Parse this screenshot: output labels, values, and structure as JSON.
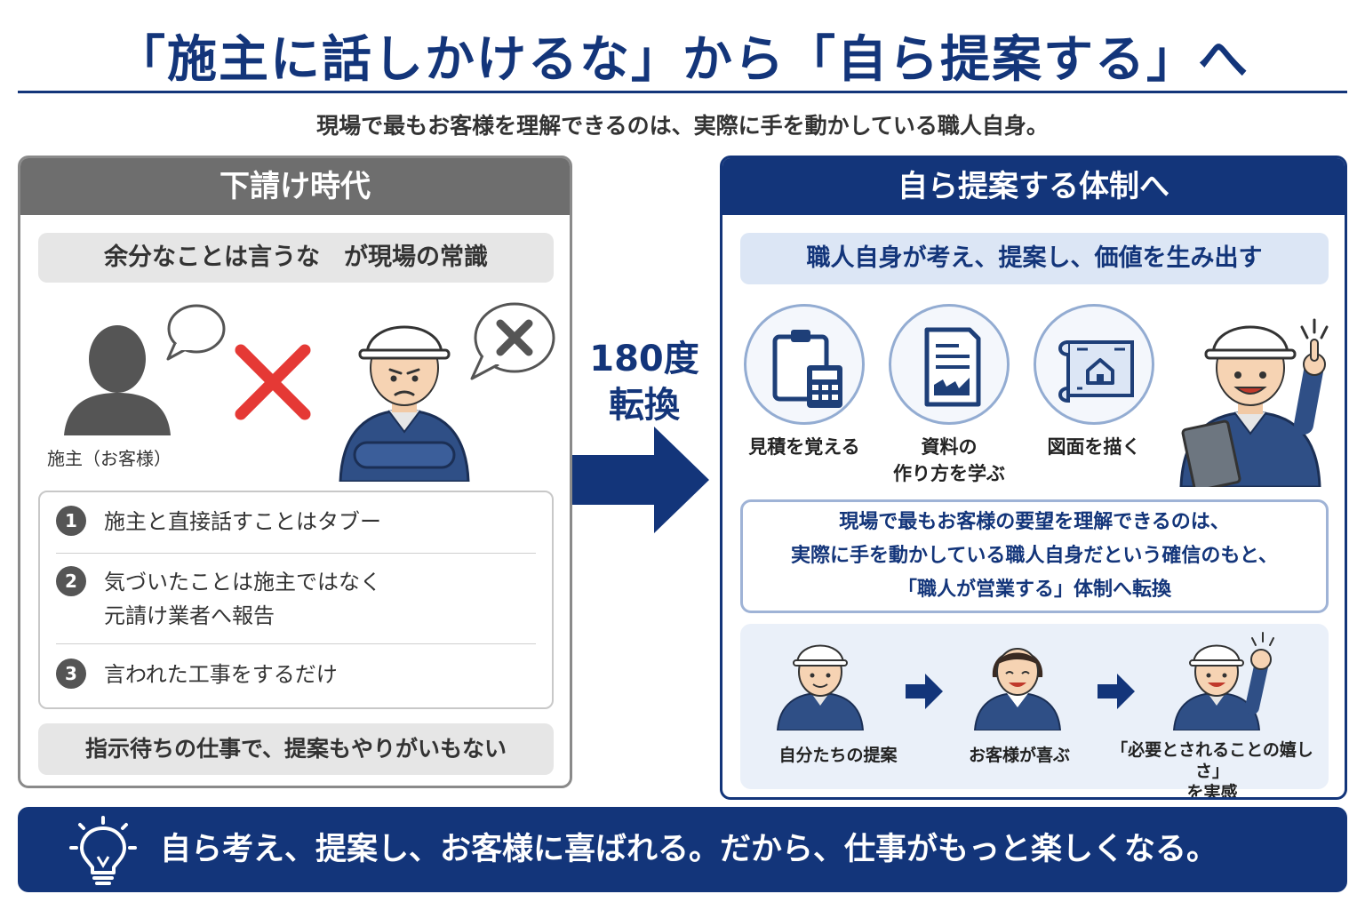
{
  "title": "「施主に話しかけるな」から「自ら提案する」へ",
  "subtitle": "現場で最もお客様を理解できるのは、実際に手を動かしている職人自身。",
  "left_panel": {
    "header": "下請け時代",
    "common_sense": "余分なことは言うな　が現場の常識",
    "client_caption": "施主（お客様）",
    "items": [
      {
        "num": "1",
        "text": "施主と直接話すことはタブー"
      },
      {
        "num": "2",
        "text": "気づいたことは施主ではなく\n元請け業者へ報告"
      },
      {
        "num": "3",
        "text": "言われた工事をするだけ"
      }
    ],
    "footer": "指示待ちの仕事で、提案もやりがいもない"
  },
  "transition": {
    "line1": "180度",
    "line2": "転換"
  },
  "right_panel": {
    "header": "自ら提案する体制へ",
    "tagline": "職人自身が考え、提案し、価値を生み出す",
    "skills": [
      {
        "icon": "clipboard-calculator-icon",
        "label": "見積を覚える"
      },
      {
        "icon": "document-icon",
        "label": "資料の\n作り方を学ぶ"
      },
      {
        "icon": "blueprint-icon",
        "label": "図面を描く"
      }
    ],
    "statement": [
      "現場で最もお客様の要望を理解できるのは、",
      "実際に手を動かしている職人自身だという確信のもと、",
      "「職人が営業する」体制へ転換"
    ],
    "flow": [
      {
        "label": "自分たちの提案"
      },
      {
        "label": "お客様が喜ぶ"
      },
      {
        "label": "「必要とされることの嬉しさ」\nを実感"
      }
    ]
  },
  "banner": {
    "text": "自ら考え、提案し、お客様に喜ばれる。だから、仕事がもっと楽しくなる。"
  },
  "colors": {
    "navy": "#13357a",
    "gray_header": "#6e6e6e",
    "red_x": "#e53935",
    "light_blue": "#dce6f5"
  }
}
